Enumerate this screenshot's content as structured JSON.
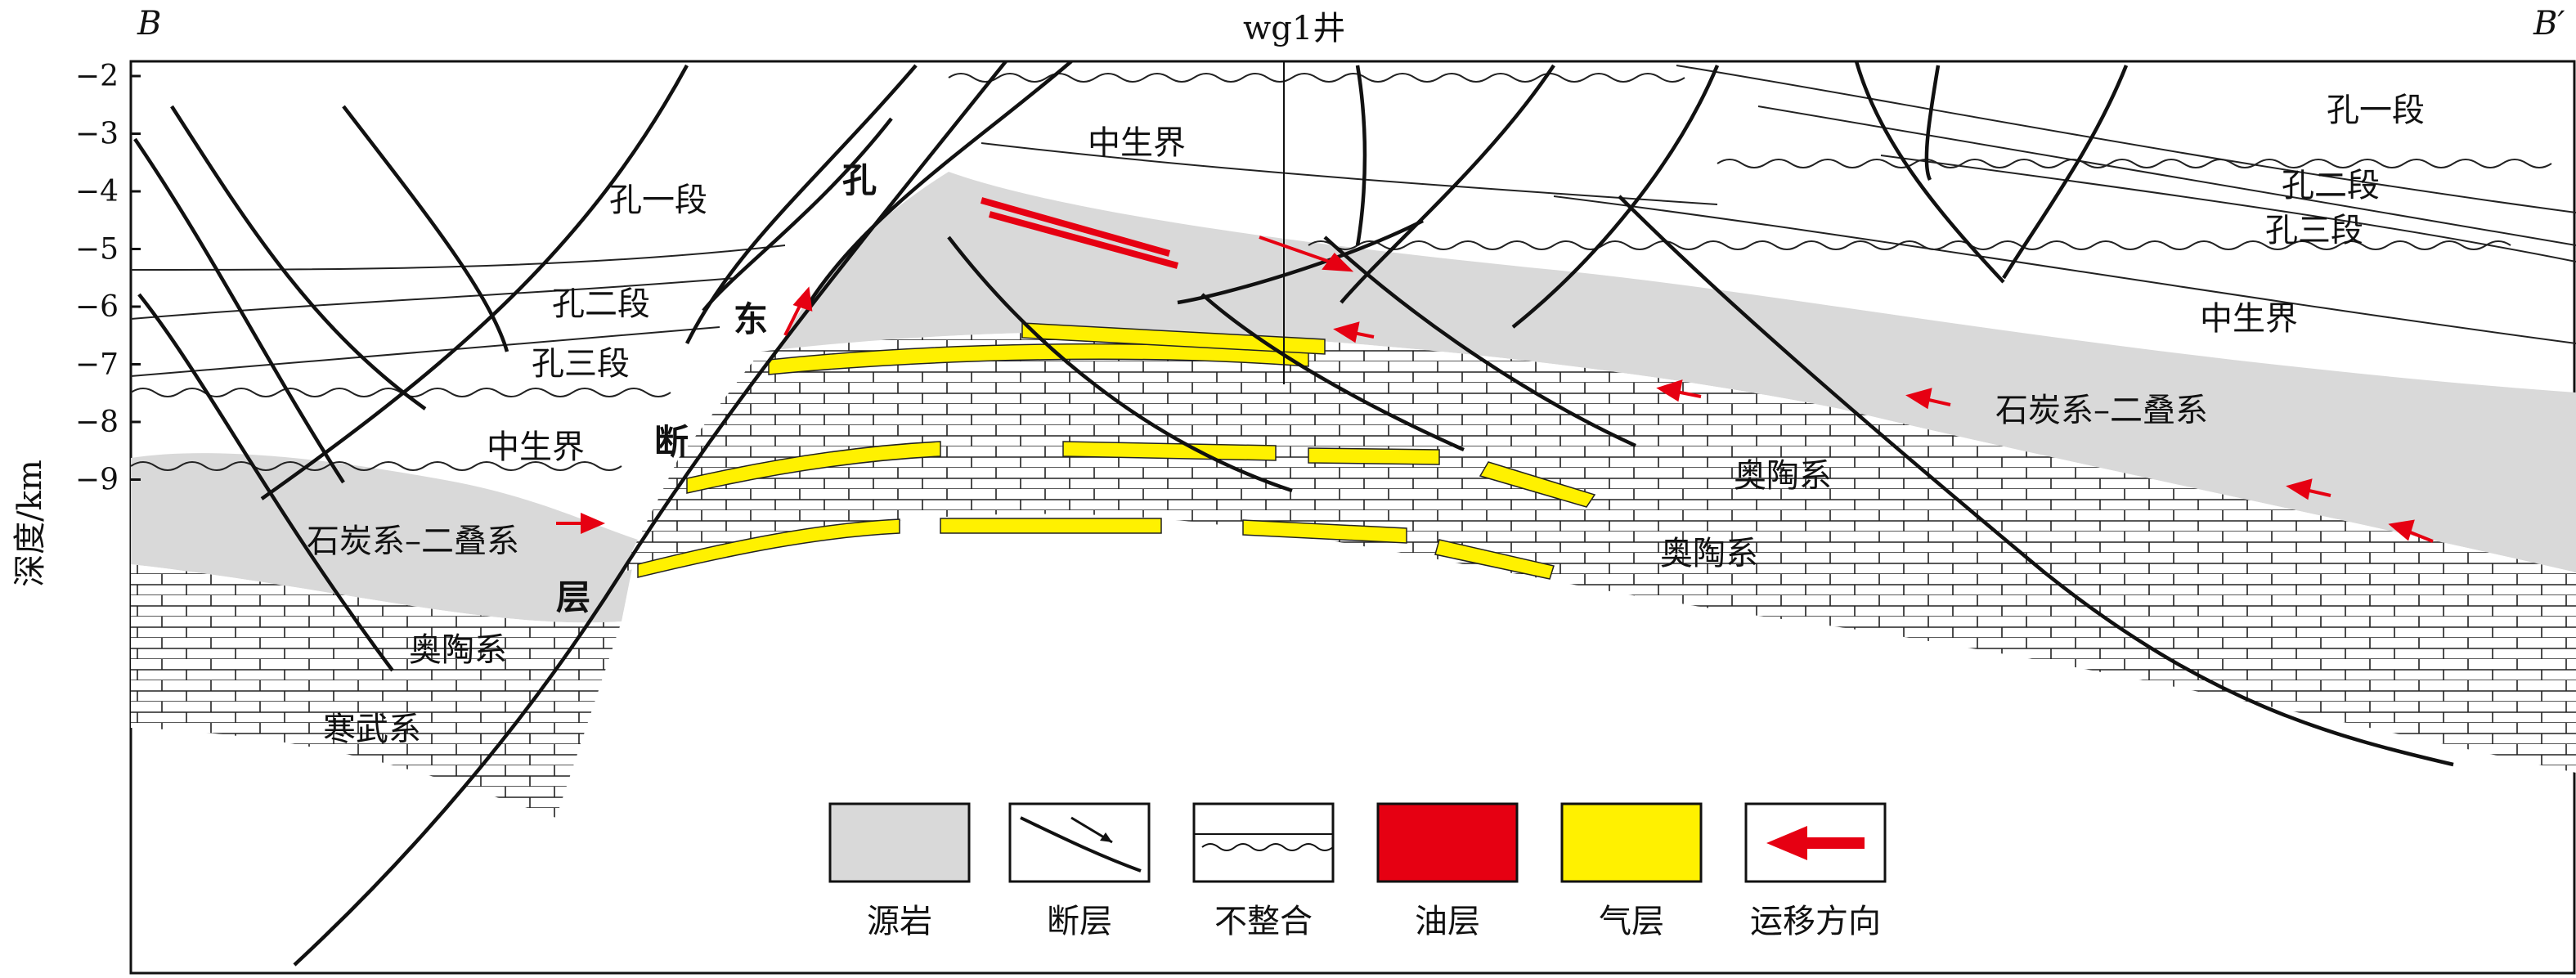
{
  "section": {
    "left_end": "B",
    "right_end": "B′",
    "well": "wg1井",
    "y_axis_label": "深度/km",
    "depth_ticks": [
      "−2",
      "−3",
      "−4",
      "−5",
      "−6",
      "−7",
      "−8",
      "−9"
    ]
  },
  "fault_name": [
    "孔",
    "东",
    "断",
    "层"
  ],
  "units": {
    "kong1_left": "孔一段",
    "kong2_left": "孔二段",
    "kong3_left": "孔三段",
    "mesozoic_left": "中生界",
    "carb_perm_left": "石炭系–二叠系",
    "ordovician_left": "奥陶系",
    "cambrian_left": "寒武系",
    "mesozoic_top": "中生界",
    "kong1_right": "孔一段",
    "kong2_right": "孔二段",
    "kong3_right": "孔三段",
    "mesozoic_right": "中生界",
    "carb_perm_right": "石炭系–二叠系",
    "ordovician_mid": "奥陶系",
    "ordovician_low": "奥陶系"
  },
  "legend": [
    {
      "label": "源岩",
      "swatch": "source-rock",
      "color": "#d9d9d9"
    },
    {
      "label": "断层",
      "swatch": "fault"
    },
    {
      "label": "不整合",
      "swatch": "unconformity"
    },
    {
      "label": "油层",
      "swatch": "oil-layer",
      "color": "#e60012"
    },
    {
      "label": "气层",
      "swatch": "gas-layer",
      "color": "#fff100"
    },
    {
      "label": "运移方向",
      "swatch": "migration-arrow",
      "color": "#e60012"
    }
  ]
}
